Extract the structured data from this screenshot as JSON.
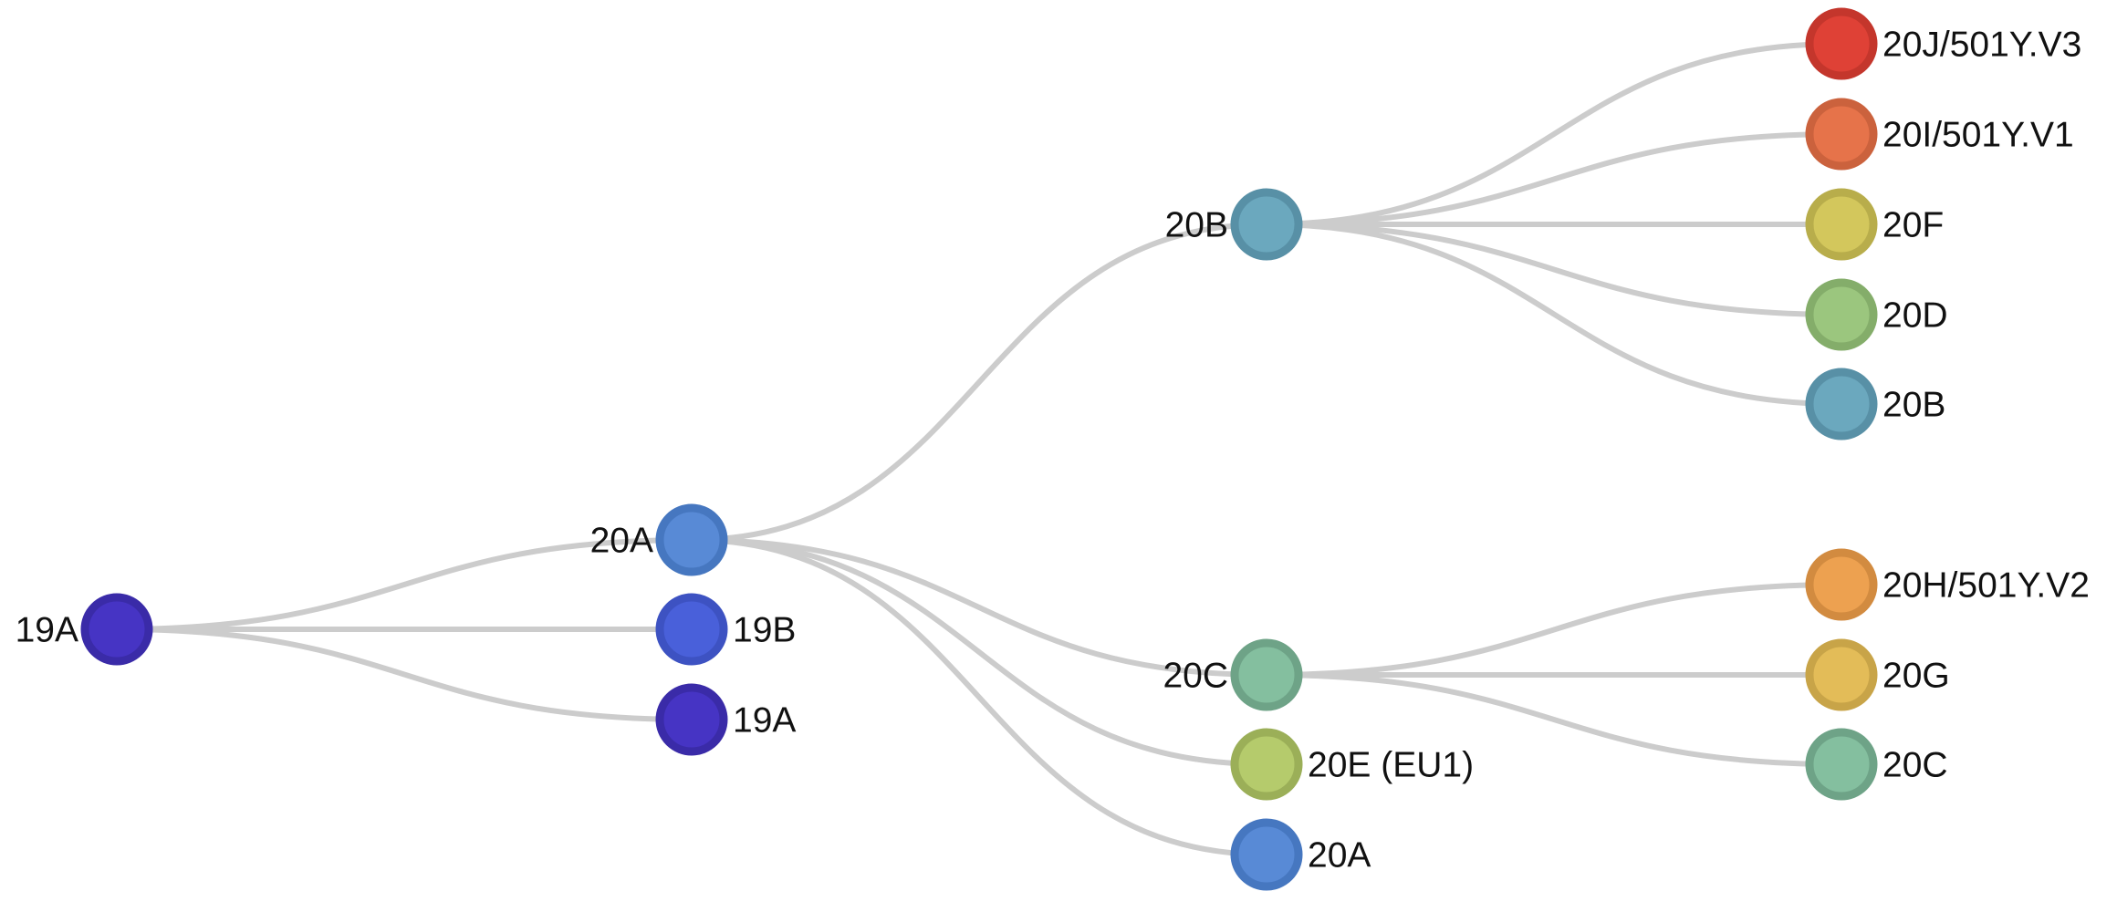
{
  "nodes": [
    {
      "id": "n19A_root",
      "name": "19A",
      "label_side": "left",
      "parent": null,
      "fill": "#4634C4",
      "stroke": "#3A2BA8"
    },
    {
      "id": "n20A_int",
      "name": "20A",
      "label_side": "left",
      "parent": "n19A_root",
      "fill": "#588AD6",
      "stroke": "#4677C0"
    },
    {
      "id": "n19B_leaf",
      "name": "19B",
      "label_side": "right",
      "parent": "n19A_root",
      "fill": "#4960DA",
      "stroke": "#3D52C2"
    },
    {
      "id": "n19A_leaf",
      "name": "19A",
      "label_side": "right",
      "parent": "n19A_root",
      "fill": "#4634C4",
      "stroke": "#3A2BA8"
    },
    {
      "id": "n20B_int",
      "name": "20B",
      "label_side": "left",
      "parent": "n20A_int",
      "fill": "#6BA8BE",
      "stroke": "#5890A6"
    },
    {
      "id": "n20C_int",
      "name": "20C",
      "label_side": "left",
      "parent": "n20A_int",
      "fill": "#84BF9F",
      "stroke": "#6EA387"
    },
    {
      "id": "n20E_leaf",
      "name": "20E (EU1)",
      "label_side": "right",
      "parent": "n20A_int",
      "fill": "#B5CB6C",
      "stroke": "#9BAF58"
    },
    {
      "id": "n20A_leaf",
      "name": "20A",
      "label_side": "right",
      "parent": "n20A_int",
      "fill": "#588AD6",
      "stroke": "#4677C0"
    },
    {
      "id": "n20J_leaf",
      "name": "20J/501Y.V3",
      "label_side": "right",
      "parent": "n20B_int",
      "fill": "#DF4136",
      "stroke": "#C4362C"
    },
    {
      "id": "n20I_leaf",
      "name": "20I/501Y.V1",
      "label_side": "right",
      "parent": "n20B_int",
      "fill": "#E6734A",
      "stroke": "#CB623D"
    },
    {
      "id": "n20F_leaf",
      "name": "20F",
      "label_side": "right",
      "parent": "n20B_int",
      "fill": "#D3C75C",
      "stroke": "#B8AD4B"
    },
    {
      "id": "n20D_leaf",
      "name": "20D",
      "label_side": "right",
      "parent": "n20B_int",
      "fill": "#9BC67E",
      "stroke": "#84AD6A"
    },
    {
      "id": "n20B_leaf",
      "name": "20B",
      "label_side": "right",
      "parent": "n20B_int",
      "fill": "#6BA8BE",
      "stroke": "#5890A6"
    },
    {
      "id": "n20H_leaf",
      "name": "20H/501Y.V2",
      "label_side": "right",
      "parent": "n20C_int",
      "fill": "#EDA150",
      "stroke": "#D28B40"
    },
    {
      "id": "n20G_leaf",
      "name": "20G",
      "label_side": "right",
      "parent": "n20C_int",
      "fill": "#E3BC58",
      "stroke": "#C8A448"
    },
    {
      "id": "n20C_leaf",
      "name": "20C",
      "label_side": "right",
      "parent": "n20C_int",
      "fill": "#84BF9F",
      "stroke": "#6EA387"
    }
  ]
}
